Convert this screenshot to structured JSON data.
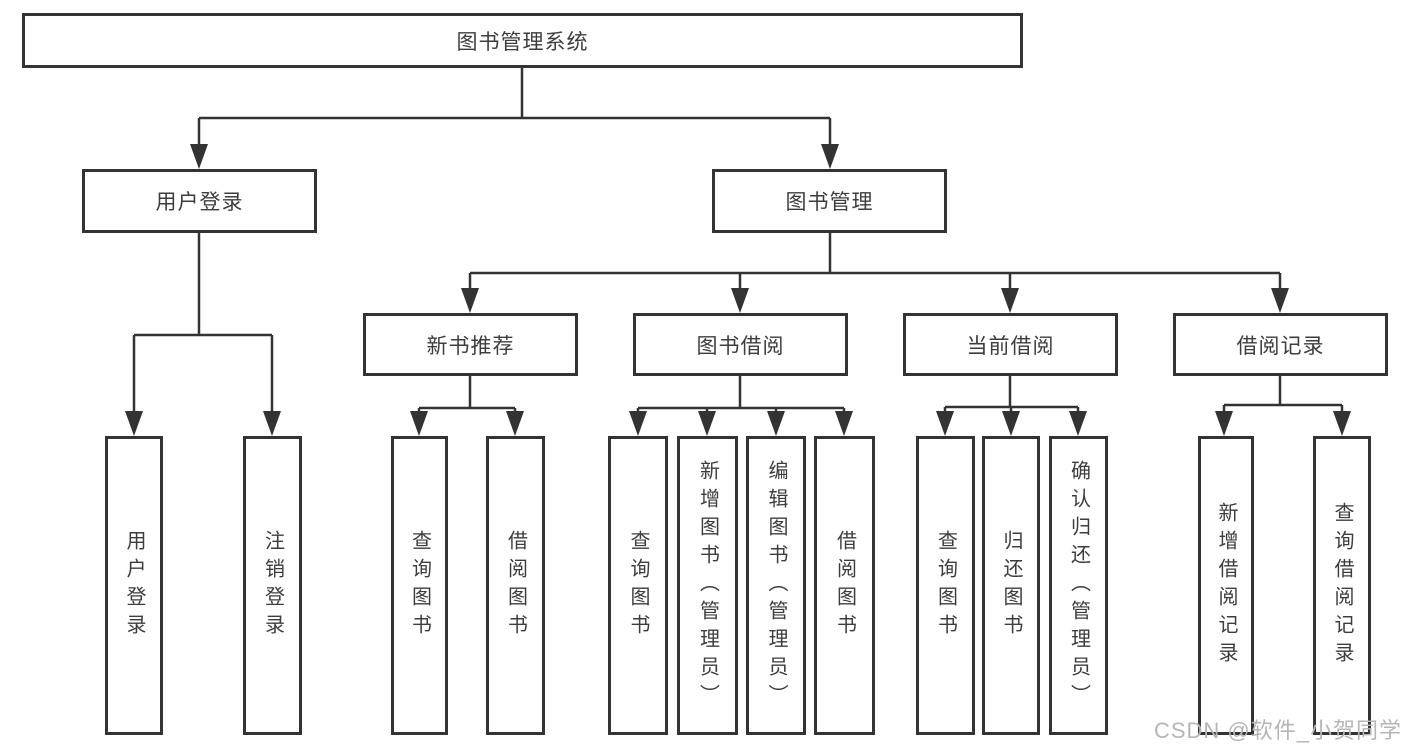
{
  "diagram": {
    "root": {
      "label": "图书管理系统"
    },
    "children": [
      {
        "label": "用户登录",
        "leaves": [
          "用户登录",
          "注销登录"
        ]
      },
      {
        "label": "图书管理",
        "children": [
          {
            "label": "新书推荐",
            "leaves": [
              "查询图书",
              "借阅图书"
            ]
          },
          {
            "label": "图书借阅",
            "leaves": [
              "查询图书",
              "新增图书（管理员）",
              "编辑图书（管理员）",
              "借阅图书"
            ]
          },
          {
            "label": "当前借阅",
            "leaves": [
              "查询图书",
              "归还图书",
              "确认归还（管理员）"
            ]
          },
          {
            "label": "借阅记录",
            "leaves": [
              "新增借阅记录",
              "查询借阅记录"
            ]
          }
        ]
      }
    ]
  },
  "watermark": {
    "text": "CSDN @软件_小贺同学"
  },
  "colors": {
    "line": "#333333",
    "text": "#3d3d3d",
    "watermark": "#b5b5b5",
    "background": "#ffffff"
  }
}
